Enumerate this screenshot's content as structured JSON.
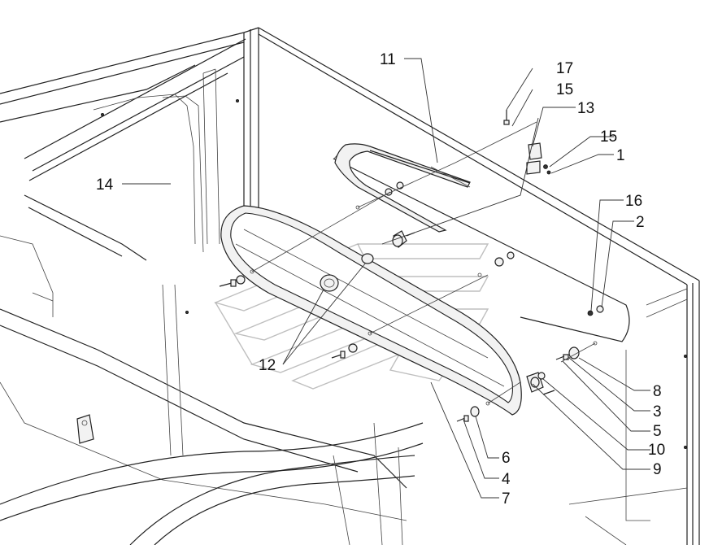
{
  "diagram": {
    "callouts": [
      {
        "id": "c11",
        "label": "11"
      },
      {
        "id": "c17",
        "label": "17"
      },
      {
        "id": "c15a",
        "label": "15"
      },
      {
        "id": "c13",
        "label": "13"
      },
      {
        "id": "c15b",
        "label": "15"
      },
      {
        "id": "c1",
        "label": "1"
      },
      {
        "id": "c14",
        "label": "14"
      },
      {
        "id": "c16",
        "label": "16"
      },
      {
        "id": "c2",
        "label": "2"
      },
      {
        "id": "c12",
        "label": "12"
      },
      {
        "id": "c8",
        "label": "8"
      },
      {
        "id": "c3",
        "label": "3"
      },
      {
        "id": "c5",
        "label": "5"
      },
      {
        "id": "c10",
        "label": "10"
      },
      {
        "id": "c9",
        "label": "9"
      },
      {
        "id": "c6",
        "label": "6"
      },
      {
        "id": "c4",
        "label": "4"
      },
      {
        "id": "c7",
        "label": "7"
      }
    ]
  }
}
